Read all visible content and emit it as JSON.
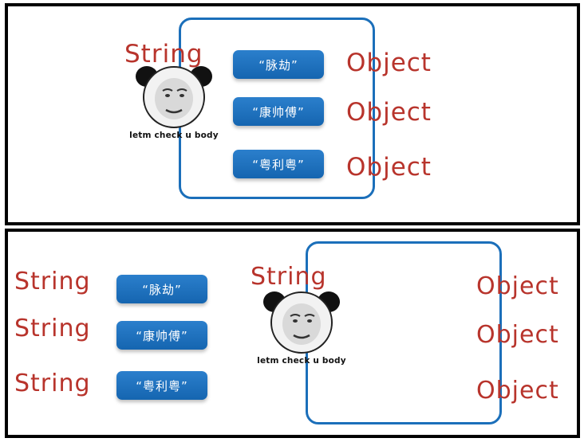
{
  "top": {
    "labels": {
      "string": "String",
      "object_1": "Object",
      "object_2": "Object",
      "object_3": "Object"
    },
    "items": [
      "“脉劫”",
      "“康帅傅”",
      "“粤利粤”"
    ],
    "meme_caption": "letm check u body"
  },
  "bottom": {
    "labels": {
      "string_1": "String",
      "string_2": "String",
      "string_3": "String",
      "string_meme": "String",
      "object_1": "Object",
      "object_2": "Object",
      "object_3": "Object"
    },
    "items": [
      "“脉劫”",
      "“康帅傅”",
      "“粤利粤”"
    ],
    "meme_caption": "letm check u body"
  },
  "colors": {
    "frame": "#1b6fba",
    "pill": "#1b6fba",
    "label_text": "#b8342c",
    "border": "#000000"
  },
  "icons": [
    "panda-meme-face-icon"
  ]
}
